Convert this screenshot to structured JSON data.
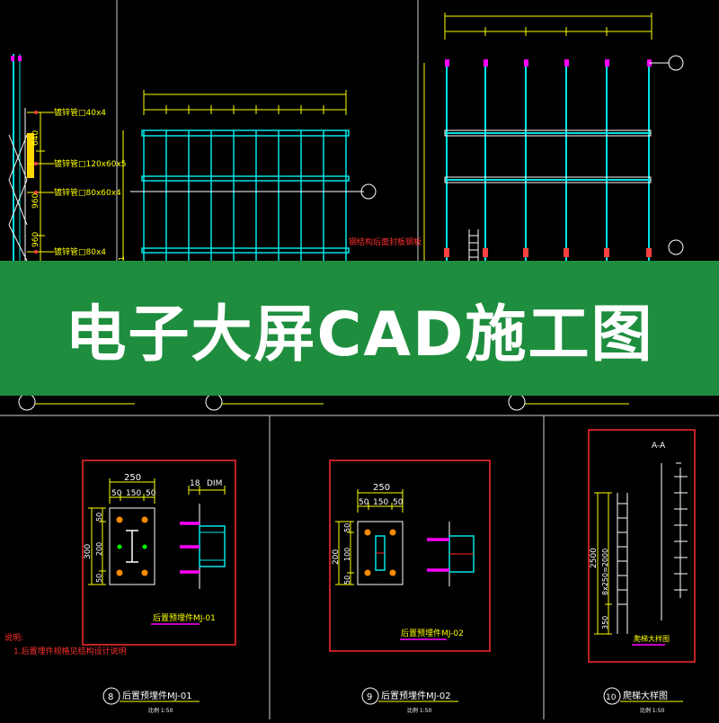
{
  "banner": {
    "title": "电子大屏CAD施工图"
  },
  "top_left": {
    "dim_640": "640",
    "dim_960a": "960",
    "dim_960b": "960",
    "callout_1": "镀锌管□40x4",
    "callout_2": "镀锌管□120x60x5",
    "callout_3": "镀锌管□80x60x4",
    "callout_4": "镀锌管□80x4"
  },
  "top_middle": {
    "note": "钢结构后面封板钢板"
  },
  "panel_mj01": {
    "dim_top": "250",
    "dim_sub": [
      "50",
      "150",
      "50"
    ],
    "dim_side": "300",
    "dim_side_sub": [
      "50",
      "200",
      "50"
    ],
    "dim_18": "18",
    "dim_dim": "DIM",
    "title_plate": "后置预埋件MJ-01",
    "footer_num": "8",
    "footer_title": "后置预埋件MJ-01",
    "footer_scale": "比例 1:50",
    "note_label": "说明:",
    "note_text": "1.后置埋件规格见结构设计说明"
  },
  "panel_mj02": {
    "dim_top": "250",
    "dim_sub": [
      "50",
      "150",
      "50"
    ],
    "dim_side": "200",
    "dim_side_sub": [
      "50",
      "100",
      "50"
    ],
    "title_plate": "后置预埋件MJ-02",
    "footer_num": "9",
    "footer_title": "后置预埋件MJ-02",
    "footer_scale": "比例 1:50"
  },
  "panel_ladder": {
    "section": "A-A",
    "dim_2500": "2500",
    "dim_8x250": "8x250=2000",
    "dim_350": "350",
    "title_plate": "爬梯大样图",
    "footer_num": "10",
    "footer_title": "爬梯大样图",
    "footer_scale": "比例 1:50"
  },
  "colors": {
    "banner": "#1e8e3e",
    "line_cyan": "#00e5e5",
    "line_white": "#ffffff",
    "dim_yellow": "#ffff00",
    "frame_red": "#ff2a2a",
    "accent_magenta": "#ff00ff",
    "accent_green": "#00ff00"
  }
}
